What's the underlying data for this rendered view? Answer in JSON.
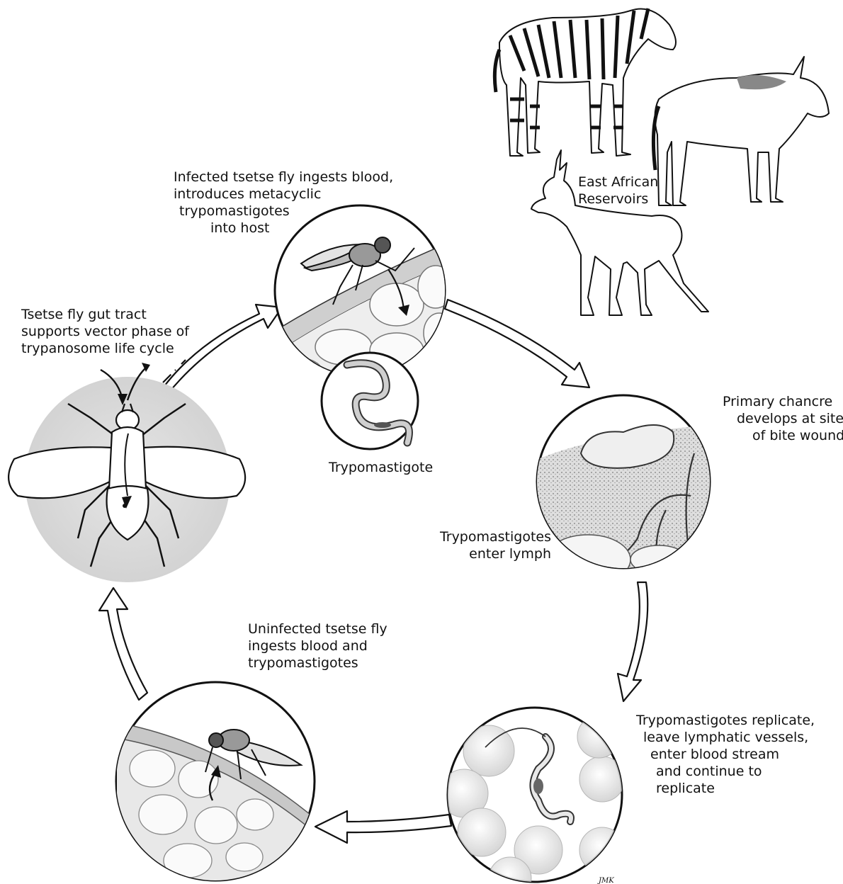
{
  "labels": {
    "tsetse_gut": [
      "Tsetse fly gut tract",
      "supports vector phase of",
      "trypanosome life cycle"
    ],
    "infected_fly": [
      "Infected tsetse fly ingests blood,",
      "introduces metacyclic",
      "trypomastigotes",
      "into host"
    ],
    "trypomastigote": "Trypomastigote",
    "reservoirs": [
      "East African",
      "Reservoirs"
    ],
    "chancre": [
      "Primary chancre",
      "develops at site",
      "of bite wound"
    ],
    "lymph": [
      "Trypomastigotes",
      "enter lymph"
    ],
    "uninfected_fly": [
      "Uninfected tsetse fly",
      "ingests blood and",
      "trypomastigotes"
    ],
    "replicate": [
      "Trypomastigotes replicate,",
      "leave lymphatic vessels,",
      "enter blood stream",
      "and continue to",
      "replicate"
    ]
  },
  "signature": "JMK",
  "colors": {
    "line": "#111111",
    "stage_gray": "#d9d9d9",
    "tissue": "#c9c9c9",
    "cell": "#f4f4f4"
  }
}
